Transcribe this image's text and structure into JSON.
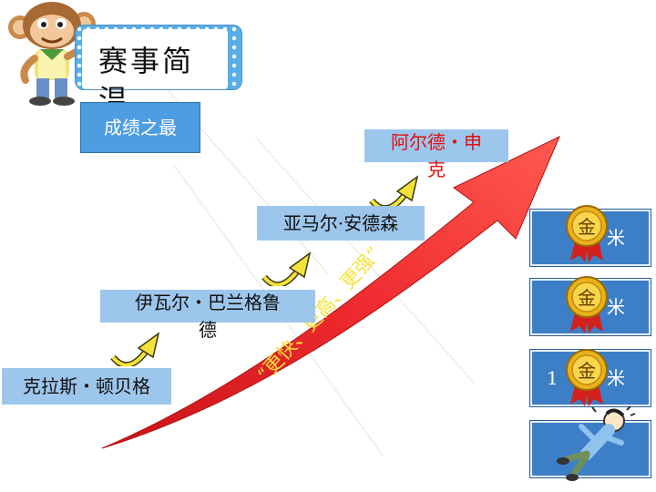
{
  "title": {
    "line1": "赛事简",
    "line2": "温"
  },
  "subtitle_label": "成绩之最",
  "athletes": [
    {
      "line1": "克拉斯・顿贝格",
      "line2": ""
    },
    {
      "line1": "伊瓦尔・巴兰格鲁",
      "line2": "德"
    },
    {
      "line1": "亚马尔·安德森",
      "line2": ""
    },
    {
      "line1": "阿尔德・申",
      "line2": "克"
    }
  ],
  "slogan": "“更快、更高、更强”",
  "records": [
    {
      "pre": "",
      "suffix": "米",
      "medal": "金"
    },
    {
      "pre": "",
      "suffix": "米",
      "medal": "金"
    },
    {
      "pre": "1",
      "suffix": "米",
      "medal": "金"
    }
  ],
  "colors": {
    "step_box": "#9dc6ec",
    "label_blue": "#4d9de0",
    "record_box": "#3d7fc6",
    "arrow_red": "#e8232a",
    "highlight_text": "#e01010",
    "curve_arrow_yellow": "#f4e23a",
    "medal_gold": "#e8b21c"
  },
  "icons": [
    "monkey-mascot-icon",
    "gold-medal-icon",
    "falling-man-icon",
    "curved-arrow-icon",
    "rising-arrow-icon"
  ]
}
